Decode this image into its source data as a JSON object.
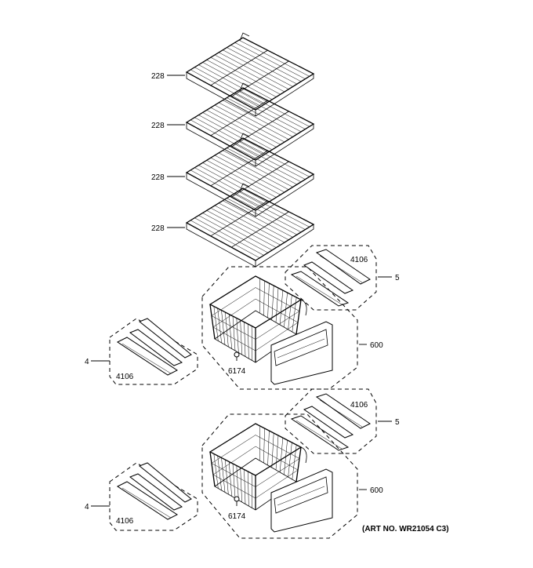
{
  "callouts": {
    "shelf_1": "228",
    "shelf_2": "228",
    "shelf_3": "228",
    "shelf_4": "228",
    "upper_right_slide_part": "4106",
    "upper_right_slide_group": "5",
    "upper_left_slide_group": "4",
    "upper_left_slide_part": "4106",
    "upper_drawer_group": "600",
    "upper_screw": "6174",
    "lower_right_slide_part": "4106",
    "lower_right_slide_group": "5",
    "lower_left_slide_group": "4",
    "lower_left_slide_part": "4106",
    "lower_drawer_group": "600",
    "lower_screw": "6174"
  },
  "art_number": "(ART NO. WR21054 C3)"
}
